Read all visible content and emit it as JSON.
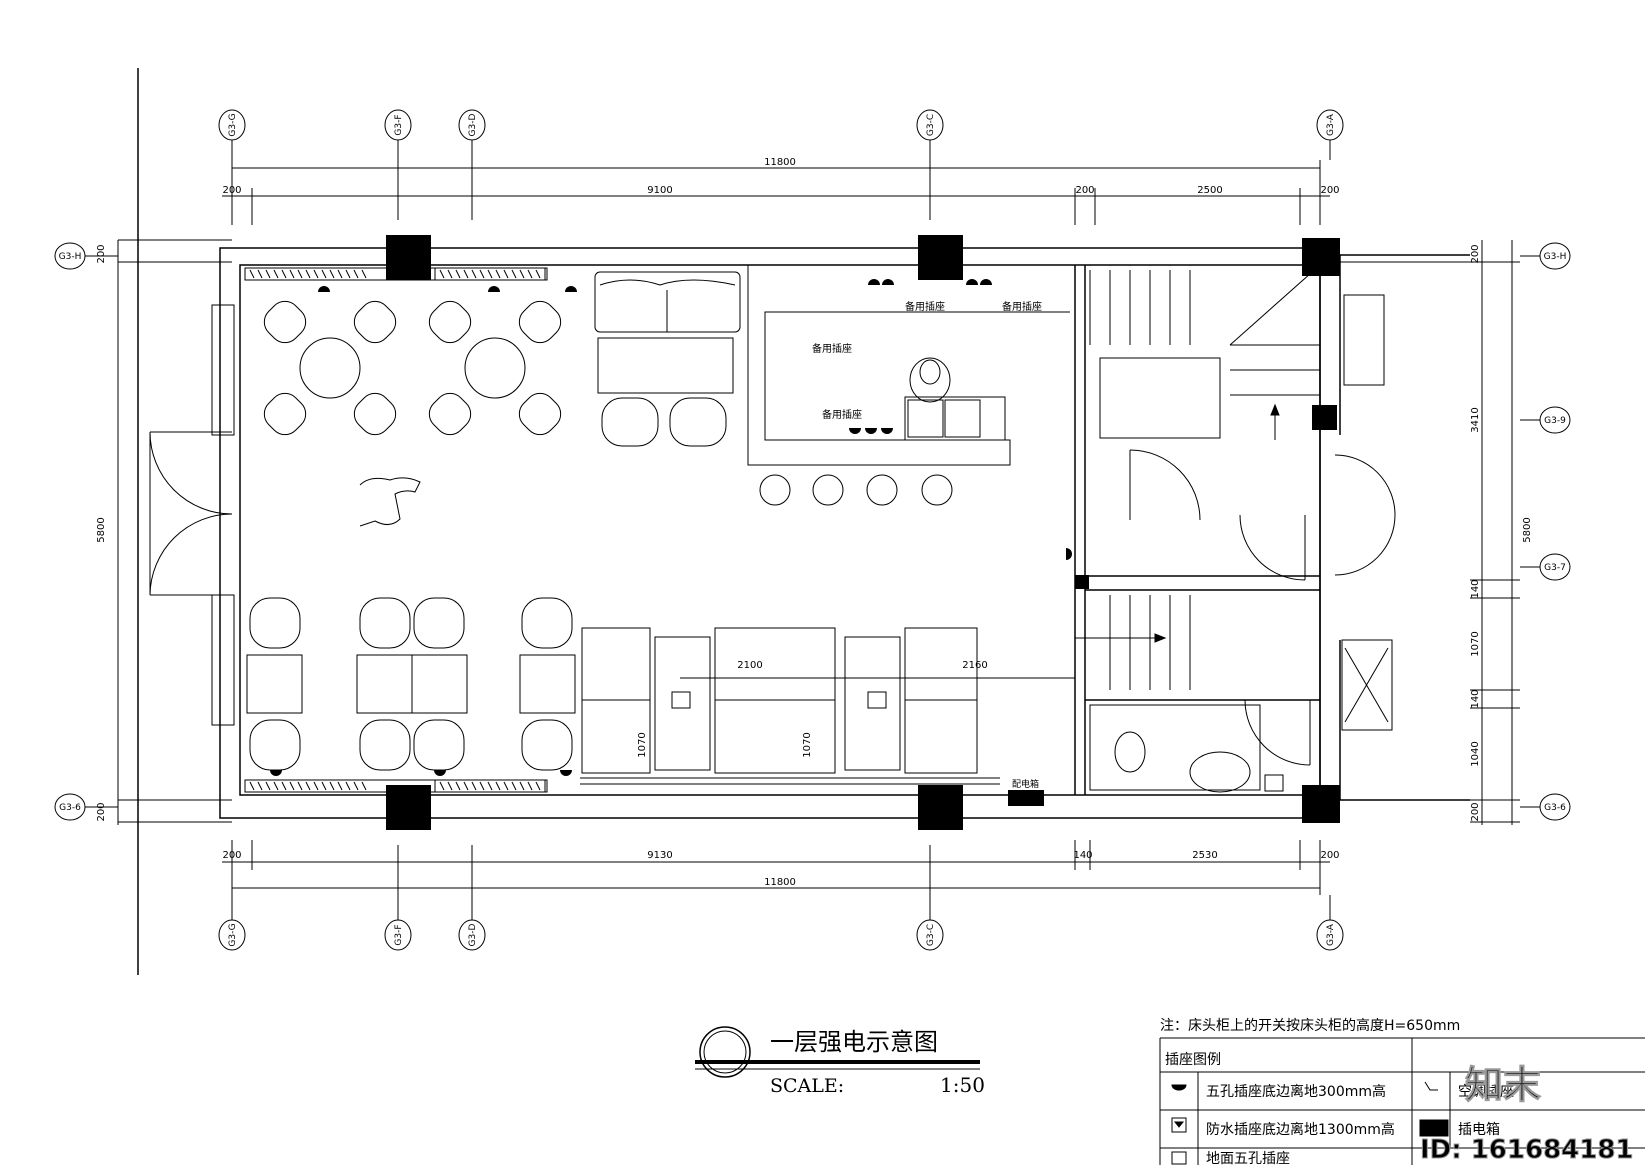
{
  "axes": {
    "top": [
      "G3-G",
      "G3-F",
      "G3-D",
      "G3-C",
      "G3-A"
    ],
    "bottom": [
      "G3-G",
      "G3-F",
      "G3-D",
      "G3-C",
      "G3-A"
    ],
    "left": [
      "G3-H",
      "G3-6"
    ],
    "right": [
      "G3-H",
      "G3-9",
      "G3-7",
      "G3-6"
    ]
  },
  "dims": {
    "top_total": "11800",
    "top_segments": [
      "200",
      "9100",
      "200",
      "2500",
      "200"
    ],
    "bottom_total": "11800",
    "bottom_segments": [
      "200",
      "9130",
      "140",
      "2530",
      "200"
    ],
    "left_total": "5800",
    "left_segments": [
      "200",
      "200"
    ],
    "right_total": "5800",
    "right_segments": [
      "200",
      "3410",
      "140",
      "1070",
      "140",
      "1040",
      "200"
    ],
    "interior": [
      "2100",
      "2160",
      "1070",
      "1070"
    ]
  },
  "annotations": {
    "socket_label_a": "备用插座",
    "socket_label_b": "备用插座",
    "socket_label_c": "备用插座",
    "socket_label_d": "备用插座",
    "panel_label": "配电箱"
  },
  "title": {
    "text": "一层强电示意图",
    "scale_label": "SCALE:",
    "scale_value": "1:50"
  },
  "legend": {
    "note": "注：床头柜上的开关按床头柜的高度H=650mm",
    "header": "插座图例",
    "items": [
      {
        "desc": "五孔插座底边离地300mm高"
      },
      {
        "desc": "防水插座底边离地1300mm高"
      },
      {
        "desc": "地面五孔插座"
      }
    ],
    "right_items": [
      {
        "desc": "空调插座"
      },
      {
        "desc": "插电箱"
      }
    ]
  },
  "watermark": {
    "logo": "知末",
    "id": "ID: 161684181"
  }
}
